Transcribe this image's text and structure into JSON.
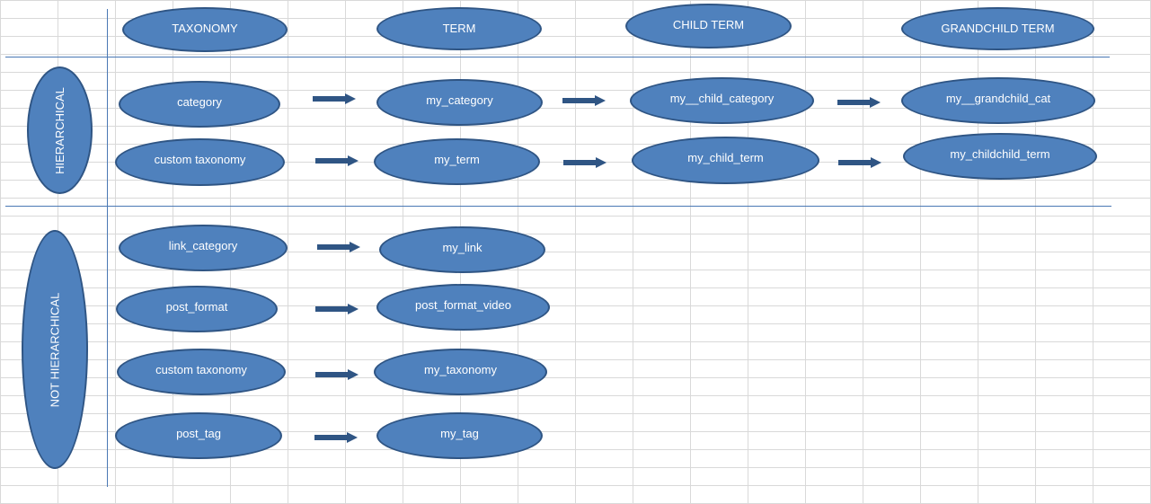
{
  "headers": {
    "taxonomy": "TAXONOMY",
    "term": "TERM",
    "child_term": "CHILD TERM",
    "grandchild_term": "GRANDCHILD TERM"
  },
  "groups": {
    "hierarchical": "HIERARCHICAL",
    "not_hierarchical": "NOT HIERARCHICAL"
  },
  "hierarchical_rows": [
    {
      "taxonomy": "category",
      "term": "my_category",
      "child": "my__child_category",
      "grandchild": "my__grandchild_cat"
    },
    {
      "taxonomy": "custom  taxonomy",
      "term": "my_term",
      "child": "my_child_term",
      "grandchild": "my_childchild_term"
    }
  ],
  "flat_rows": [
    {
      "taxonomy": "link_category",
      "term": "my_link"
    },
    {
      "taxonomy": "post_format",
      "term": "post_format_video"
    },
    {
      "taxonomy": "custom  taxonomy",
      "term": "my_taxonomy"
    },
    {
      "taxonomy": "post_tag",
      "term": "my_tag"
    }
  ],
  "colors": {
    "ellipse_fill": "#4f81bd",
    "ellipse_border": "#2f5584",
    "arrow": "#2f5584",
    "divider": "#4a78b4",
    "grid": "#d9d9d9"
  }
}
